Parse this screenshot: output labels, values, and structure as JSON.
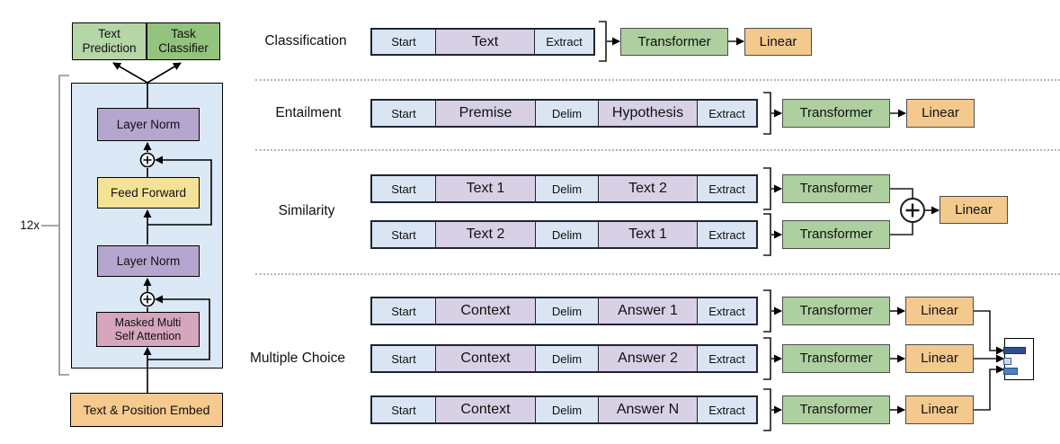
{
  "colors": {
    "token-blue": "#d9e5f3",
    "token-purple": "#d8d0e5",
    "token-border": "#1f2430",
    "transformer-green": "#aecf9f",
    "linear-orange": "#f4c98e",
    "gray-border": "#4c4c4c",
    "head-light-green": "#b5d6a7",
    "head-dark-green": "#93c47d",
    "container-blue": "#dbe8f6",
    "layer-norm-purple": "#b4a6ce",
    "feed-forward-yellow": "#f6e296",
    "attention-pink": "#d5a6bd",
    "embed-orange": "#f6c98e",
    "dotted-gray": "#b5b5b5",
    "bar1": "#2e4f8f",
    "bar2": "#c6d9f0",
    "bar3": "#4f81bd"
  },
  "icons": {
    "add": "plus-circle-icon",
    "output": "probability-bars-icon"
  },
  "architecture": {
    "multiplier": "12x",
    "text_prediction": "Text Prediction",
    "task_classifier": "Task Classifier",
    "layer_norm": "Layer Norm",
    "feed_forward": "Feed Forward",
    "masked_attention": "Masked Multi Self Attention",
    "embed": "Text & Position Embed"
  },
  "shared": {
    "transformer": "Transformer",
    "linear": "Linear"
  },
  "tasks": {
    "classification": {
      "label": "Classification",
      "cells": [
        "Start",
        "Text",
        "Extract"
      ]
    },
    "entailment": {
      "label": "Entailment",
      "cells": [
        "Start",
        "Premise",
        "Delim",
        "Hypothesis",
        "Extract"
      ]
    },
    "similarity": {
      "label": "Similarity",
      "rows": [
        [
          "Start",
          "Text 1",
          "Delim",
          "Text 2",
          "Extract"
        ],
        [
          "Start",
          "Text 2",
          "Delim",
          "Text 1",
          "Extract"
        ]
      ]
    },
    "multiple_choice": {
      "label": "Multiple Choice",
      "rows": [
        [
          "Start",
          "Context",
          "Delim",
          "Answer 1",
          "Extract"
        ],
        [
          "Start",
          "Context",
          "Delim",
          "Answer 2",
          "Extract"
        ],
        [
          "Start",
          "Context",
          "Delim",
          "Answer N",
          "Extract"
        ]
      ]
    }
  }
}
